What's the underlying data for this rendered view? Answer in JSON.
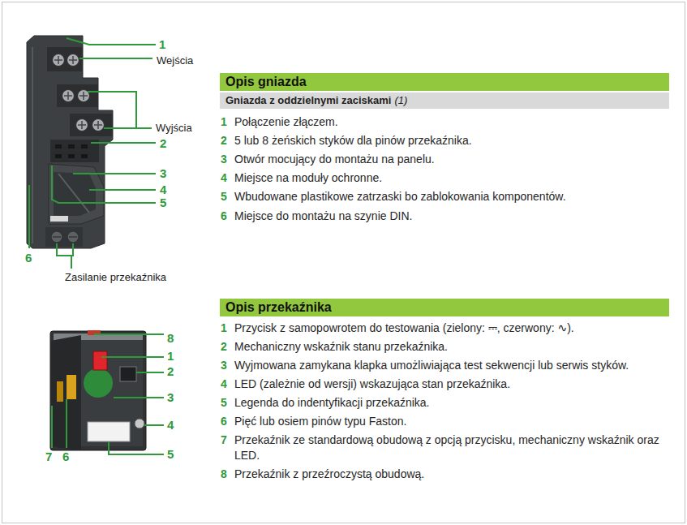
{
  "diagram": {
    "nodes": [
      {
        "text": [
          "Opis gniazda"
        ]
      },
      {
        "text": [
          "Gniazda z oddzielnymi zaciskami",
          "(1)"
        ]
      },
      {
        "text": [
          "Opis przekaźnika"
        ]
      }
    ],
    "labels": [
      "1",
      "Wejścia",
      "Wyjścia",
      "2",
      "3",
      "4",
      "5",
      "6",
      "Zasilanie przekaźnika",
      "1",
      "Połączenie złączem.",
      "2",
      "5 lub 8 żeńskich styków dla pinów przekaźnika.",
      "3",
      "Otwór mocujący do montażu na panelu.",
      "4",
      "Miejsce na moduły ochronne.",
      "5",
      "Wbudowane plastikowe zatrzaski bo zablokowania komponentów.",
      "6",
      "Miejsce do montażu na szynie DIN.",
      "8",
      "1",
      "2",
      "3",
      "4",
      "5",
      "7",
      "6",
      "1",
      "Przycisk z samopowrotem do testowania (zielony: ⎓, czerwony: ∿).",
      "2",
      "Mechaniczny wskaźnik stanu przekaźnika.",
      "3",
      "Wyjmowana zamykana klapka umożliwiająca test sekwencji lub serwis styków.",
      "4",
      "LED (zależnie od wersji) wskazująca stan przekaźnika.",
      "5",
      "Legenda do indentyfikacji przekaźnika.",
      "6",
      "Pięć lub osiem pinów typu Faston.",
      "7",
      "Przekaźnik ze standardową obudową z opcją przycisku, mechaniczny wskaźnik oraz LED.",
      "8",
      "Przekaźnik z przeźroczystą obudową."
    ]
  }
}
